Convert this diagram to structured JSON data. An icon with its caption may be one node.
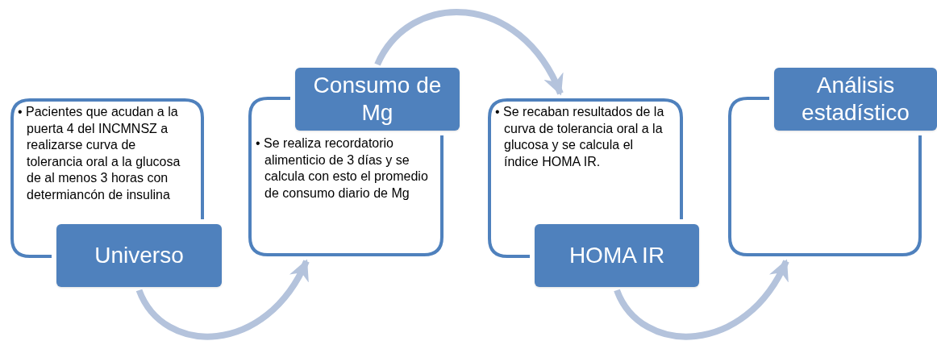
{
  "diagram": {
    "nodes": [
      {
        "text": [
          "• Pacientes que acudan a la puerta 4 del INCMNSZ a realizarse curva de tolerancia oral a la glucosa de al menos 3 horas con determiancón de insulina",
          "Universo"
        ]
      },
      {
        "text": [
          "Consumo de Mg",
          "• Se realiza recordatorio alimenticio de 3 días y se calcula con esto el promedio de consumo diario de Mg"
        ]
      },
      {
        "text": [
          "• Se recaban resultados de la curva de tolerancia oral a la glucosa y se calcula el índice HOMA IR.",
          "HOMA IR"
        ]
      },
      {
        "text": [
          "Análisis estadístico"
        ]
      }
    ],
    "edges": [
      {
        "from": 0,
        "to": 1,
        "arrow": "to"
      },
      {
        "from": 1,
        "to": 2,
        "arrow": "to"
      },
      {
        "from": 2,
        "to": 3,
        "arrow": "to"
      }
    ]
  }
}
